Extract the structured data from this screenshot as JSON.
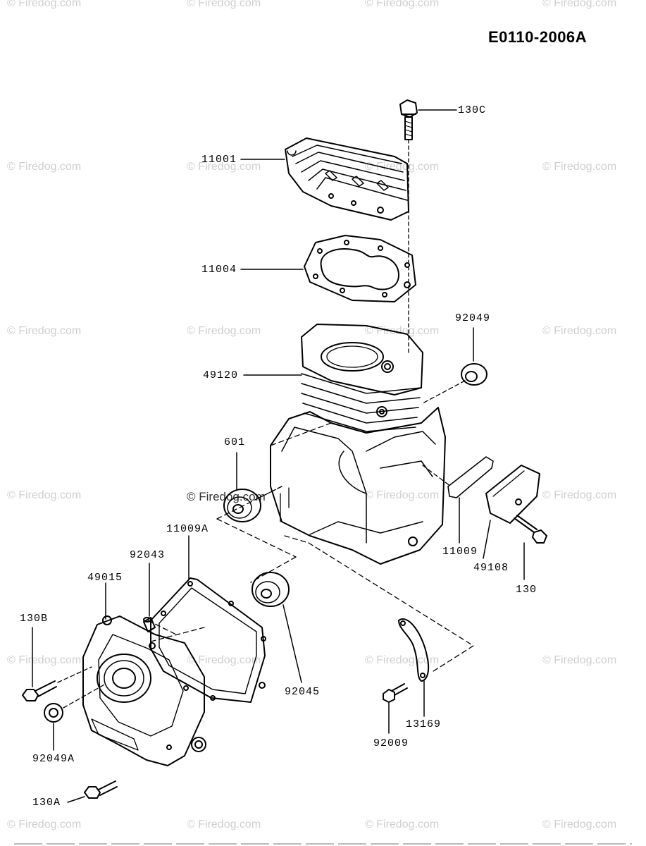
{
  "diagram_code": "E0110-2006A",
  "watermark_text": "© Firedog.com",
  "parts": {
    "p130C": "130C",
    "p11001": "11001",
    "p11004": "11004",
    "p92049": "92049",
    "p49120": "49120",
    "p601": "601",
    "p11009A": "11009A",
    "p92043": "92043",
    "p49015": "49015",
    "p130B": "130B",
    "p92045": "92045",
    "p92049A": "92049A",
    "p130A": "130A",
    "p11009": "11009",
    "p49108": "49108",
    "p130": "130",
    "p13169": "13169",
    "p92009": "92009"
  }
}
